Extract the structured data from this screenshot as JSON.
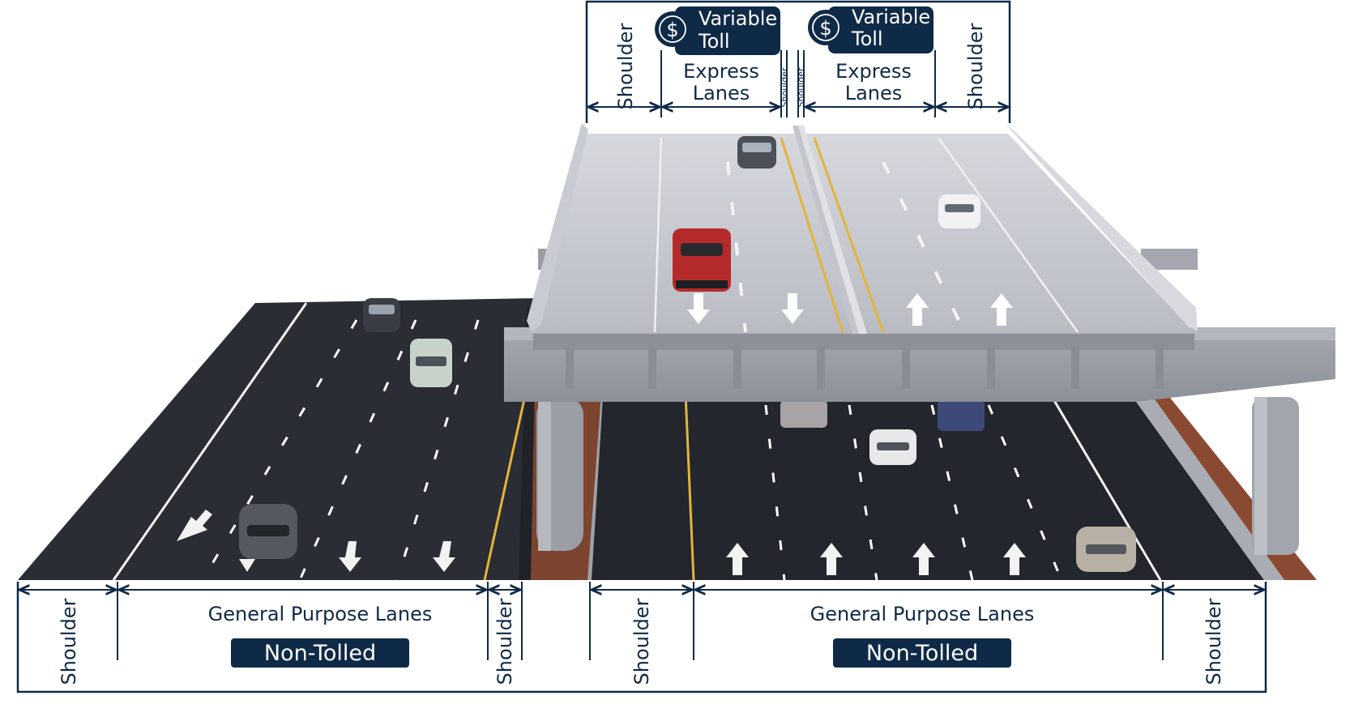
{
  "express": {
    "toll_badges": [
      {
        "label_line1": "Variable",
        "label_line2": "Toll",
        "icon": "dollar-icon"
      },
      {
        "label_line1": "Variable",
        "label_line2": "Toll",
        "icon": "dollar-icon"
      }
    ],
    "lanes_left": {
      "line1": "Express",
      "line2": "Lanes"
    },
    "lanes_right": {
      "line1": "Express",
      "line2": "Lanes"
    },
    "shoulders": [
      "Shoulder",
      "Shoulder",
      "Shoulder",
      "Shoulder"
    ]
  },
  "ground": {
    "left": {
      "lanes_label": "General Purpose Lanes",
      "badge": "Non-Tolled"
    },
    "right": {
      "lanes_label": "General Purpose Lanes",
      "badge": "Non-Tolled"
    },
    "shoulders": [
      "Shoulder",
      "Shoulder",
      "Shoulder",
      "Shoulder"
    ]
  },
  "colors": {
    "navy": "#0f2a47",
    "asphalt": "#23262d",
    "concrete": "#b6b9c0",
    "deck": "#cdd0d6",
    "yellow_line": "#e3b43a"
  }
}
